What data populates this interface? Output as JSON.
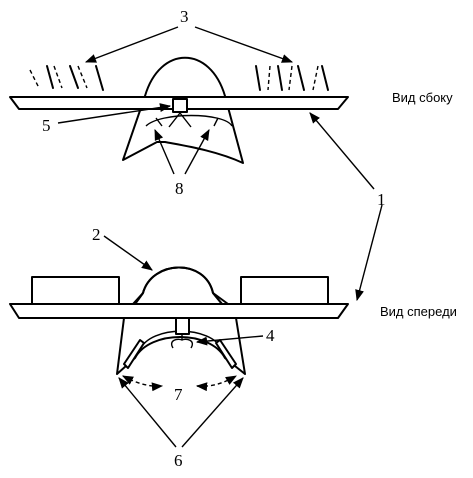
{
  "labels": {
    "n1": "1",
    "n2": "2",
    "n3": "3",
    "n4": "4",
    "n5": "5",
    "n6": "6",
    "n7": "7",
    "n8": "8"
  },
  "views": {
    "side": "Вид сбоку",
    "front": "Вид спереди"
  }
}
